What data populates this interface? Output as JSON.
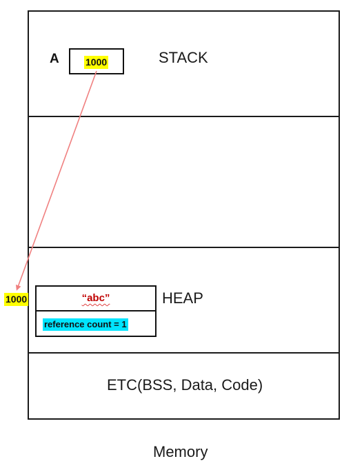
{
  "regions": {
    "stack": "STACK",
    "heap": "HEAP",
    "etc": "ETC(BSS, Data, Code)"
  },
  "stack_var": {
    "name": "A",
    "value": "1000"
  },
  "heap_object": {
    "address": "1000",
    "value": "“abc”",
    "reference_count": "reference count = 1"
  },
  "caption": "Memory",
  "colors": {
    "arrow": "#f08080",
    "address_highlight": "#ffff00",
    "refcount_highlight": "#00e5ff",
    "string_value": "#c00000",
    "border": "#1a1a1a"
  }
}
